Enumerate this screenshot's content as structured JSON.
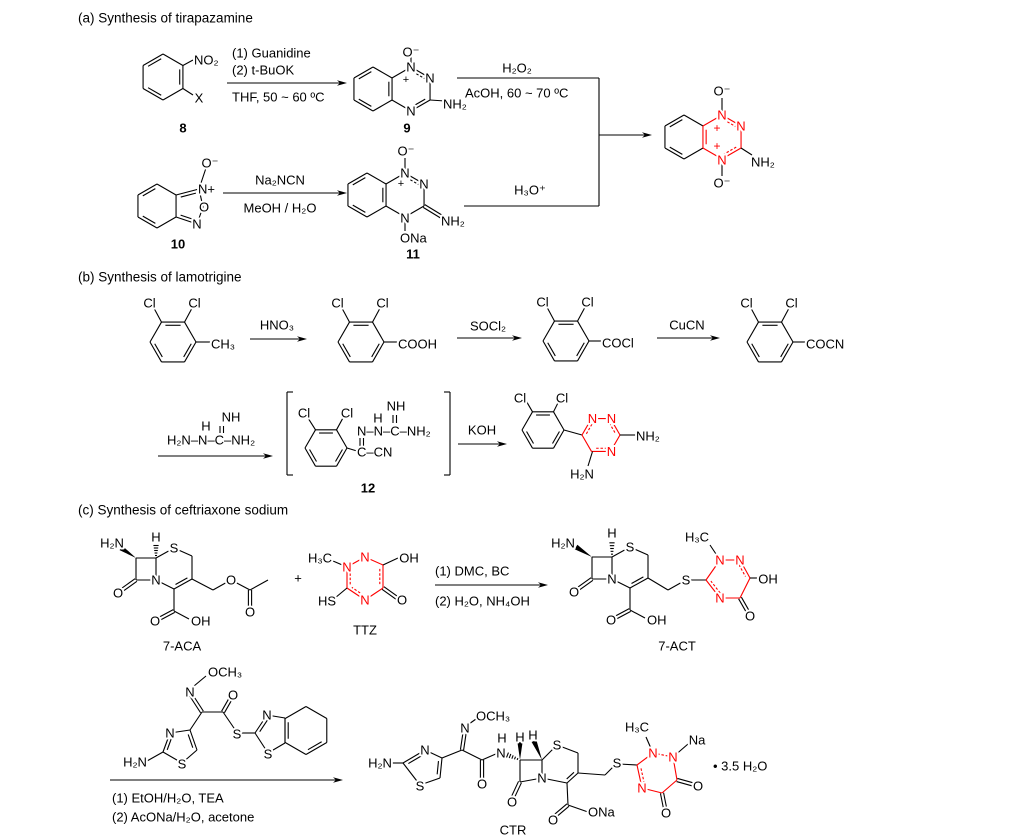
{
  "sections": {
    "a": "(a) Synthesis of tirapazamine",
    "b": "(b) Synthesis of lamotrigine",
    "c": "(c) Synthesis of ceftriaxone sodium"
  },
  "colors": {
    "highlight": "#ff0000",
    "ink": "#000000"
  },
  "a": {
    "c8": {
      "label": "8",
      "no2": "NO₂",
      "x": "X"
    },
    "r1": [
      "(1) Guanidine",
      "(2) t-BuOK",
      "THF, 50 ~ 60 ºC"
    ],
    "c9": {
      "label": "9",
      "o": "O⁻",
      "n1": "N",
      "plus": "+",
      "n2": "N",
      "n4": "N",
      "nh2": "NH₂"
    },
    "r2": [
      "H₂O₂",
      "AcOH, 60 ~ 70 ºC"
    ],
    "r3": "H₃O⁺",
    "c10": {
      "label": "10",
      "o": "O⁻",
      "n1": "N+",
      "o2": "O",
      "n2": "N"
    },
    "r4": [
      "Na₂NCN",
      "MeOH / H₂O"
    ],
    "c11": {
      "label": "11",
      "o": "O⁻",
      "n1": "N",
      "plus": "+",
      "n2": "N",
      "n4": "N",
      "nh2": "NH₂",
      "ona": "ONa"
    },
    "product": {
      "o_top": "O⁻",
      "n1": "N",
      "plus1": "+",
      "n2": "N",
      "plus2": "+",
      "n4": "N",
      "nh2": "NH₂",
      "o_bottom": "O⁻"
    }
  },
  "b": {
    "s1": {
      "cl1": "Cl",
      "cl2": "Cl",
      "sub": "CH₃"
    },
    "r1": "HNO₃",
    "s2": {
      "cl1": "Cl",
      "cl2": "Cl",
      "sub": "COOH"
    },
    "r2": "SOCl₂",
    "s3": {
      "cl1": "Cl",
      "cl2": "Cl",
      "sub": "COCl"
    },
    "r3": "CuCN",
    "s4": {
      "cl1": "Cl",
      "cl2": "Cl",
      "sub": "COCN"
    },
    "guanidine": {
      "main": "H₂N–N–C–NH₂",
      "h": "H",
      "nh": "NH"
    },
    "c12": {
      "label": "12",
      "cl1": "Cl",
      "cl2": "Cl",
      "chain": "N–N–C–NH₂",
      "h": "H",
      "nh": "NH",
      "ccn": "C–CN"
    },
    "r4": "KOH",
    "product": {
      "cl1": "Cl",
      "cl2": "Cl",
      "n1": "N",
      "n2": "N",
      "n4": "N",
      "nh2": "NH₂",
      "h2n": "H₂N"
    }
  },
  "c": {
    "aca": {
      "label": "7-ACA",
      "h2n": "H₂N",
      "h": "H",
      "s": "S",
      "n": "N",
      "o1": "O",
      "o_acid": "O",
      "oh": "OH",
      "o_ester": "O",
      "o_co": "O"
    },
    "plus": "+",
    "ttz": {
      "label": "TTZ",
      "h3c": "H₃C",
      "n1": "N",
      "n2": "N",
      "oh": "OH",
      "o": "O",
      "n4": "N",
      "hs": "HS"
    },
    "r1": [
      "(1) DMC, BC",
      "(2) H₂O, NH₄OH"
    ],
    "act": {
      "label": "7-ACT",
      "h2n": "H₂N",
      "h": "H",
      "s": "S",
      "n": "N",
      "o1": "O",
      "o_acid": "O",
      "oh": "OH",
      "s2": "S",
      "h3c": "H₃C",
      "n1": "N",
      "n2": "N",
      "oh2": "OH",
      "o2": "O",
      "n4": "N"
    },
    "reagent": {
      "och3": "OCH₃",
      "n_oxime": "N",
      "o": "O",
      "n_thz": "N",
      "h2n": "H₂N",
      "s_thz": "S",
      "s_link": "S",
      "n_btz": "N",
      "s_btz": "S"
    },
    "r2": [
      "(1) EtOH/H₂O, TEA",
      "(2) AcONa/H₂O, acetone"
    ],
    "ctr": {
      "label": "CTR",
      "h2n": "H₂N",
      "n_thz": "N",
      "s_thz": "S",
      "n_oxime": "N",
      "och3": "OCH₃",
      "o_amide": "O",
      "nh_n": "N",
      "nh_h": "H",
      "h7": "H",
      "h6": "H",
      "s": "S",
      "n": "N",
      "o_lactam": "O",
      "o_acid": "O",
      "ona": "ONa",
      "s2": "S",
      "h3c": "H₃C",
      "n1": "N",
      "n2": "N",
      "na": "Na",
      "o1": "O",
      "o2": "O",
      "n4": "N",
      "hydrate": "• 3.5 H₂O"
    }
  }
}
